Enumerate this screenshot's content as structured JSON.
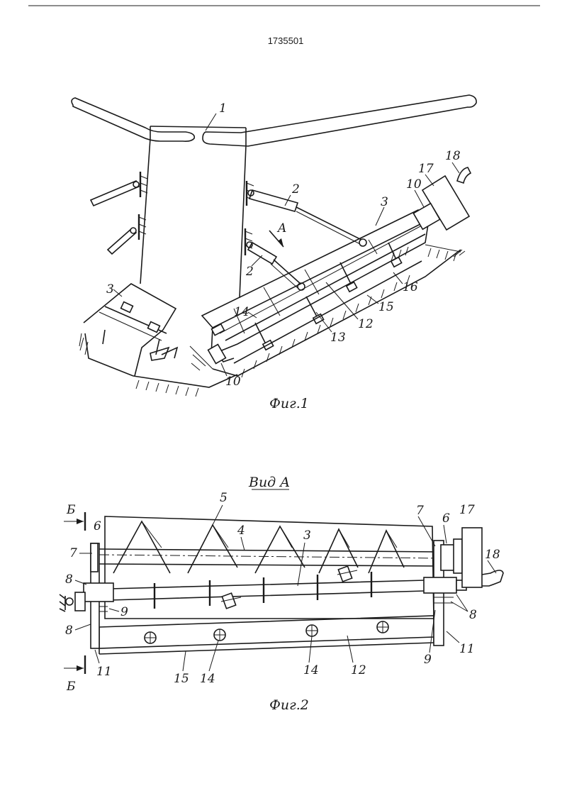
{
  "patent_number": "1735501",
  "fig1": {
    "caption": "Фиг.1",
    "labels": {
      "l1": "1",
      "l2a": "2",
      "l2b": "2",
      "l3a": "3",
      "l3b": "3",
      "lA": "A",
      "l10a": "10",
      "l10b": "10",
      "l12": "12",
      "l13": "13",
      "l14": "14",
      "l15": "15",
      "l16": "16",
      "l17": "17",
      "l18": "18"
    }
  },
  "fig2": {
    "title": "Вид A",
    "caption": "Фиг.2",
    "labels": {
      "lB1": "Б",
      "lB2": "Б",
      "l3": "3",
      "l4": "4",
      "l5": "5",
      "l6a": "6",
      "l6b": "6",
      "l7a": "7",
      "l7b": "7",
      "l8a": "8",
      "l8b": "8",
      "l8c": "8",
      "l9a": "9",
      "l9b": "9",
      "l11a": "11",
      "l11b": "11",
      "l12": "12",
      "l14a": "14",
      "l14b": "14",
      "l15": "15",
      "l17": "17",
      "l18": "18"
    }
  }
}
